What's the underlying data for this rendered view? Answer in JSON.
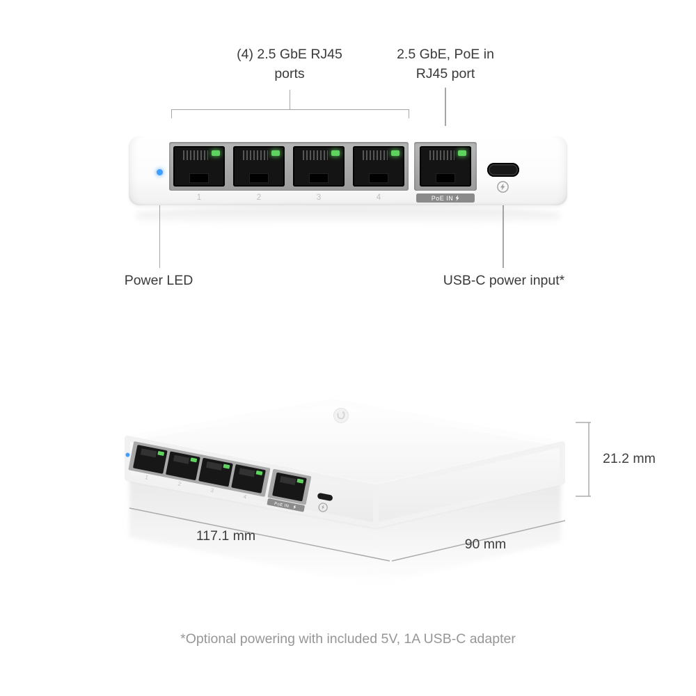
{
  "callouts": {
    "rj45_ports": "(4) 2.5 GbE RJ45\nports",
    "poe_port": "2.5 GbE, PoE in\nRJ45 port",
    "power_led": "Power LED",
    "usb_c_power": "USB-C power input*"
  },
  "device": {
    "port_numbers": [
      "1",
      "2",
      "3",
      "4"
    ],
    "poe_badge_label": "PoE IN",
    "colors": {
      "power_led_blue": "#3f9eff",
      "port_led_green": "#5fd35f",
      "callout_line_gray": "#a6a6a6",
      "text_dark": "#3a3a3a",
      "text_muted": "#969696"
    }
  },
  "dimensions": {
    "height": "21.2 mm",
    "width": "117.1 mm",
    "depth": "90 mm"
  },
  "footnote": "*Optional powering with included 5V, 1A USB-C adapter"
}
